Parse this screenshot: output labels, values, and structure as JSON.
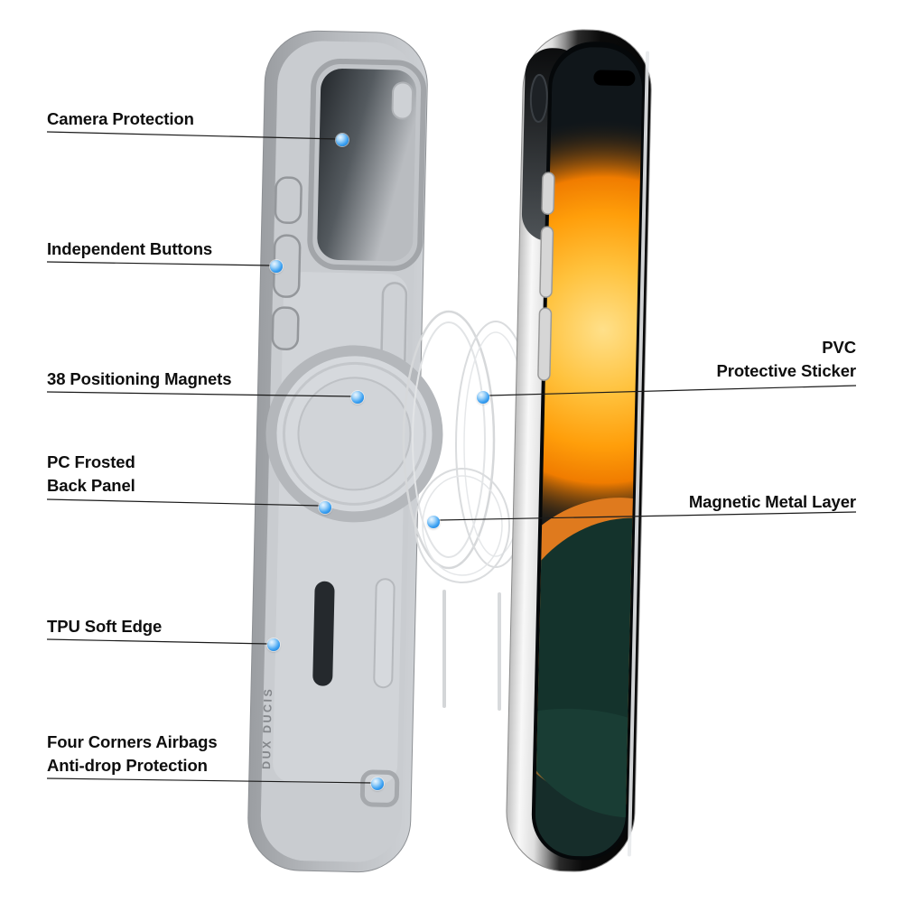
{
  "callouts": {
    "camera_protection": {
      "label": "Camera Protection"
    },
    "independent_buttons": {
      "label": "Independent Buttons"
    },
    "positioning_magnets": {
      "label": "38 Positioning Magnets"
    },
    "pc_frosted_back_panel": {
      "line1": "PC Frosted",
      "line2": "Back Panel"
    },
    "tpu_soft_edge": {
      "label": "TPU Soft Edge"
    },
    "four_corners_airbags": {
      "line1": "Four Corners Airbags",
      "line2": "Anti-drop Protection"
    },
    "pvc_protective_sticker": {
      "line1": "PVC",
      "line2": "Protective Sticker"
    },
    "magnetic_metal_layer": {
      "label": "Magnetic Metal Layer"
    }
  },
  "brand": {
    "case_side_text": "DUX DUCIS"
  },
  "colors": {
    "background": "#ffffff",
    "label_text": "#0e0e0e",
    "leader_line": "#1b1b1b",
    "marker_blue": "#2e9bf0",
    "case_gray": "#c2c5c9",
    "phone_rail_silver": "#e6e6e6",
    "wallpaper_orange": "#ffa81e",
    "wallpaper_teal": "#16352d"
  }
}
